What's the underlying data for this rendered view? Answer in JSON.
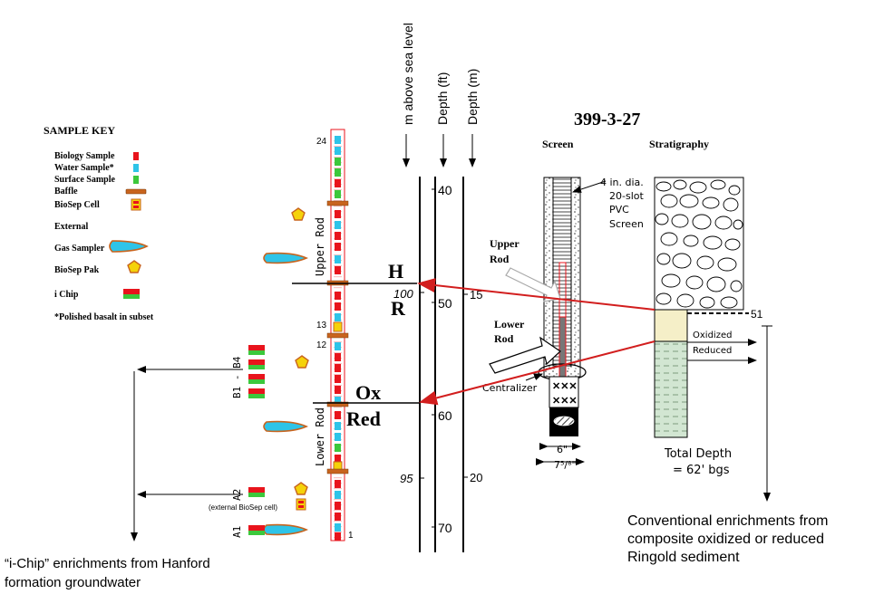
{
  "title": "399-3-27",
  "sample_key": {
    "heading": "SAMPLE KEY",
    "items": [
      {
        "label": "Biology Sample",
        "symbol": "red-square"
      },
      {
        "label": "Water Sample*",
        "symbol": "cyan-square"
      },
      {
        "label": "Surface Sample",
        "symbol": "green-square"
      },
      {
        "label": "Baffle",
        "symbol": "orange-bar"
      },
      {
        "label": "BioSep Cell",
        "symbol": "biosep-cell"
      },
      {
        "label": "External",
        "symbol": ""
      },
      {
        "label": "Gas Sampler",
        "symbol": "gas-sampler"
      },
      {
        "label": "BioSep Pak",
        "symbol": "pentagon"
      },
      {
        "label": "i Chip",
        "symbol": "ichip"
      },
      {
        "label": "*Polished basalt in subset",
        "symbol": ""
      }
    ]
  },
  "rod": {
    "top_number": "24",
    "mid_number_13": "13",
    "mid_number_12": "12",
    "bottom_number": "1",
    "upper_label": "Upper Rod",
    "lower_label": "Lower Rod"
  },
  "external_labels": {
    "b1_b4": "B1 - B4",
    "a2": "A2",
    "a2_note": "(external BioSep cell)",
    "a1": "A1"
  },
  "zone_labels": {
    "h": "H",
    "r": "R",
    "ox": "Ox",
    "red": "Red"
  },
  "axes": {
    "msl_title": "m above sea level",
    "depth_ft_title": "Depth (ft)",
    "depth_m_title": "Depth (m)",
    "msl_ticks": [
      "100",
      "95"
    ],
    "ft_ticks": [
      "40",
      "50",
      "60",
      "70"
    ],
    "m_ticks": [
      "15",
      "20"
    ]
  },
  "well": {
    "screen_label": "Screen",
    "stratigraphy_label": "Stratigraphy",
    "screen_note": [
      "4 in. dia.",
      "20-slot",
      "PVC",
      "Screen"
    ],
    "upper_rod": [
      "Upper",
      "Rod"
    ],
    "lower_rod": [
      "Lower",
      "Rod"
    ],
    "centralizer": "Centralizer",
    "dim_inner": "6\"",
    "dim_outer": "7⁵/⁸\"",
    "contact_depth": "51",
    "oxidized": "Oxidized",
    "reduced": "Reduced",
    "total_depth": [
      "Total Depth",
      "= 62' bgs"
    ]
  },
  "captions": {
    "ichip": [
      "“i-Chip” enrichments from Hanford",
      "formation groundwater"
    ],
    "conventional": [
      "Conventional enrichments from",
      "composite oxidized or reduced",
      "Ringold sediment"
    ]
  },
  "colors": {
    "biology": "#e8141c",
    "water": "#2ec4e8",
    "surface": "#3cc83c",
    "baffle": "#c8641e",
    "pentagon_fill": "#f5d20a",
    "arrow_red": "#d21e1e",
    "oxidized_fill": "#f5efc8",
    "reduced_fill": "#d2e6d2"
  }
}
